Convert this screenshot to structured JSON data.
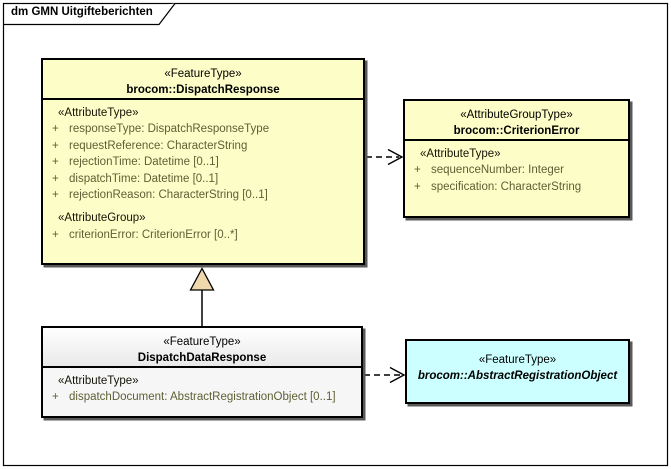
{
  "frame": {
    "title": "dm GMN Uitgifteberichten"
  },
  "colors": {
    "class_fill_yellow": "#FDFDC8",
    "class_fill_cyan": "#CCFFFF",
    "class_fill_gray": "#F6F6F6",
    "box_border": "#000000",
    "attribute_text": "#5F5F35",
    "generalization_triangle_fill": "#EFD9AC",
    "box_shadow": "#595959"
  },
  "classes": {
    "dispatch_response": {
      "stereotype": "«FeatureType»",
      "name": "brocom::DispatchResponse",
      "attr_type_label": "«AttributeType»",
      "attributes": [
        {
          "vis": "+",
          "text": "responseType: DispatchResponseType"
        },
        {
          "vis": "+",
          "text": "requestReference: CharacterString"
        },
        {
          "vis": "+",
          "text": "rejectionTime: Datetime [0..1]"
        },
        {
          "vis": "+",
          "text": "dispatchTime: Datetime [0..1]"
        },
        {
          "vis": "+",
          "text": "rejectionReason: CharacterString [0..1]"
        }
      ],
      "attr_group_label": "«AttributeGroup»",
      "group_attributes": [
        {
          "vis": "+",
          "text": "criterionError: CriterionError [0..*]"
        }
      ]
    },
    "criterion_error": {
      "stereotype": "«AttributeGroupType»",
      "name": "brocom::CriterionError",
      "attr_type_label": "«AttributeType»",
      "attributes": [
        {
          "vis": "+",
          "text": "sequenceNumber: Integer"
        },
        {
          "vis": "+",
          "text": "specification: CharacterString"
        }
      ]
    },
    "dispatch_data_response": {
      "stereotype": "«FeatureType»",
      "name": "DispatchDataResponse",
      "attr_type_label": "«AttributeType»",
      "attributes": [
        {
          "vis": "+",
          "text": "dispatchDocument: AbstractRegistrationObject [0..1]"
        }
      ]
    },
    "abstract_registration_object": {
      "stereotype": "«FeatureType»",
      "name": "brocom::AbstractRegistrationObject"
    }
  }
}
